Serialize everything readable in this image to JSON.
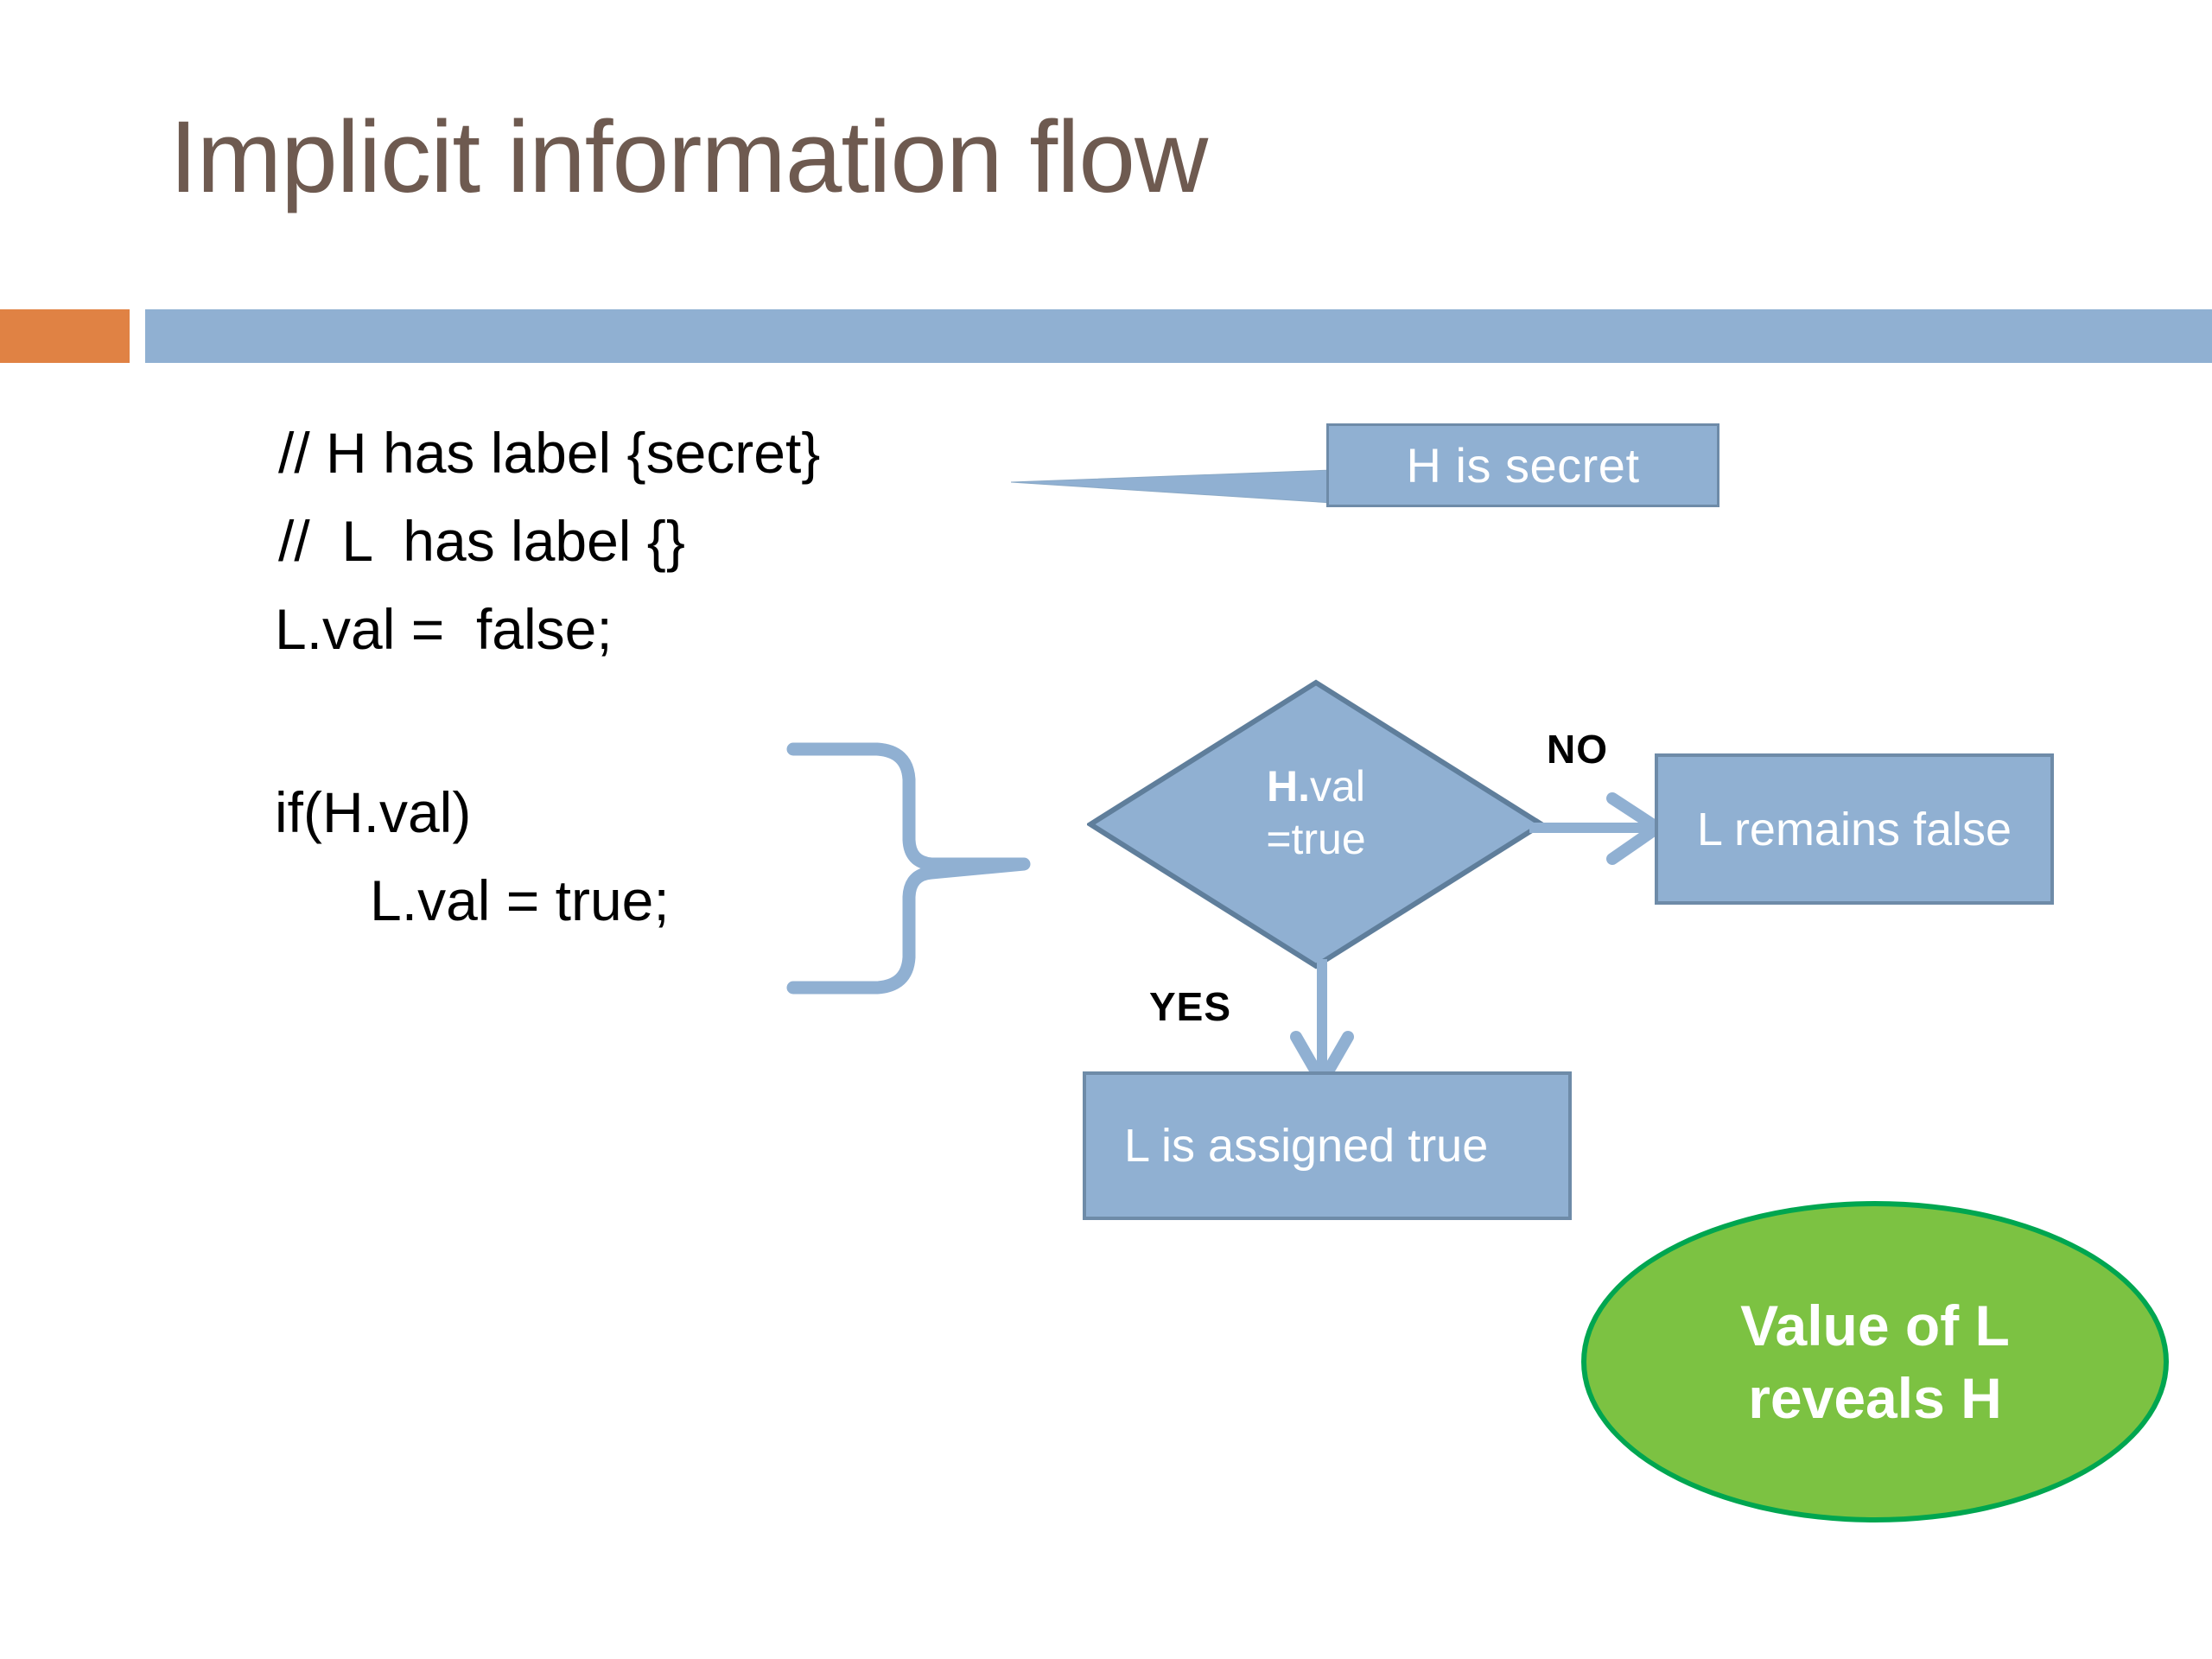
{
  "slide": {
    "title": "Implicit information flow",
    "title_color": "#6E5A50",
    "background_color": "#FFFFFF",
    "accent_bar_color": "#E08244",
    "divider_bar_color": "#90B0D2"
  },
  "code_block": {
    "lines": [
      "// H has label {secret}",
      "//  L  has label {}",
      "L.val =  false;",
      "if(H.val)",
      "      L.val = true;"
    ]
  },
  "callout": {
    "text": "H is secret",
    "fill": "#90B0D2",
    "border": "#6E8BA8",
    "text_color": "#FFFFFF",
    "tail_icon": "callout-tail-icon"
  },
  "flowchart": {
    "decision": {
      "label_bold": "H.",
      "label_rest": "val",
      "label_line2": "=true",
      "fill": "#90B0D2",
      "border": "#6E8BA8"
    },
    "edges": [
      {
        "label": "NO",
        "from": "decision",
        "to": "L remains false",
        "direction": "right"
      },
      {
        "label": "YES",
        "from": "decision",
        "to": "L is assigned true",
        "direction": "down"
      }
    ],
    "boxes": [
      {
        "id": "l-remains-false",
        "text": "L remains false"
      },
      {
        "id": "l-assigned-true",
        "text": "L is assigned true"
      }
    ],
    "brace_icon": "curly-brace-icon",
    "arrow_color": "#90B0D2"
  },
  "conclusion": {
    "line1": "Value of L",
    "line2": "reveals H",
    "fill": "#7CC242",
    "border": "#00A650",
    "text_color": "#FFFFFF"
  }
}
